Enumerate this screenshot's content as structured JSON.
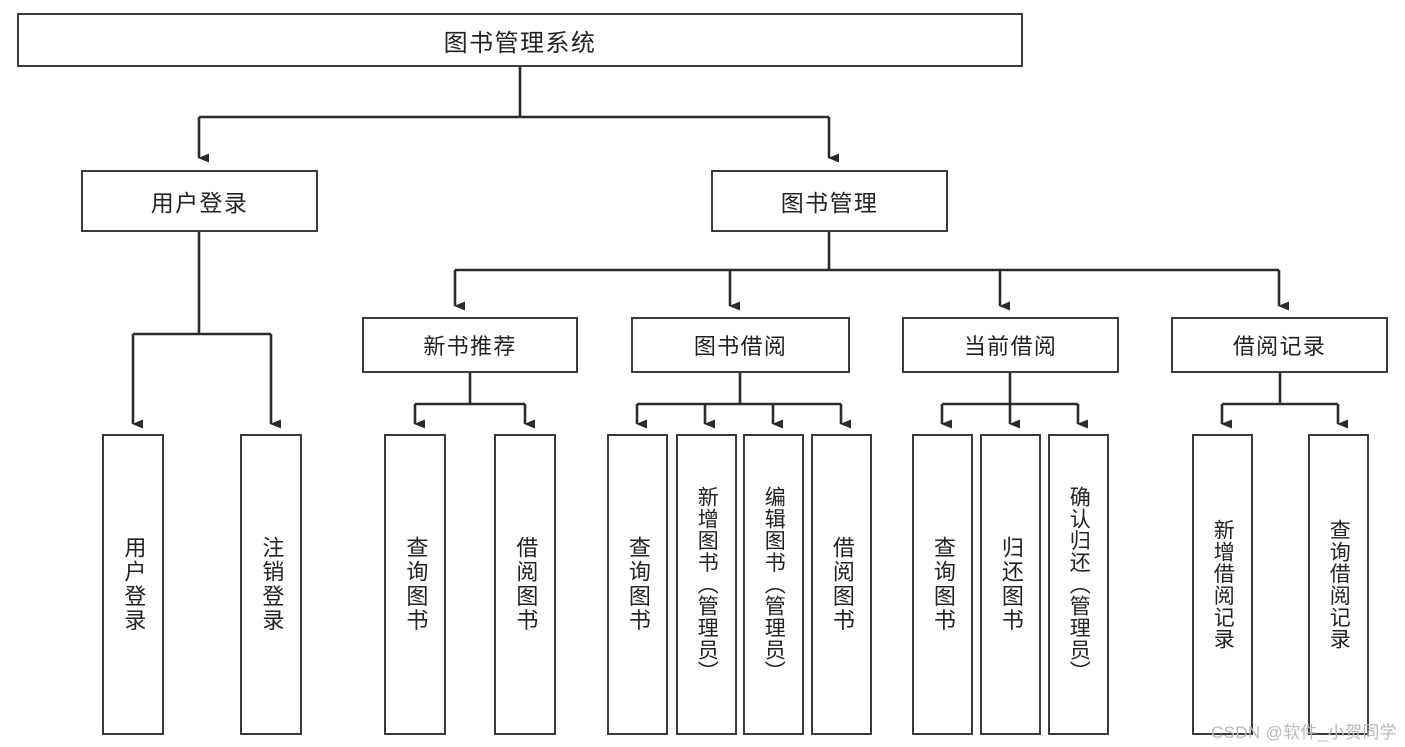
{
  "diagram": {
    "title": "图书管理系统",
    "watermark": "CSDN @软件_小贺同学",
    "colors": {
      "box_border": "#3a3a3a",
      "box_fill": "#ffffff",
      "edge": "#2b2b2b",
      "text": "#222222",
      "watermark": "#b9b9b9",
      "background": "#ffffff"
    },
    "nodes": {
      "root": {
        "label": "图书管理系统"
      },
      "level1": [
        {
          "id": "user-login",
          "label": "用户登录"
        },
        {
          "id": "book-manage",
          "label": "图书管理"
        }
      ],
      "level2": [
        {
          "id": "new-book-recommend",
          "label": "新书推荐"
        },
        {
          "id": "book-borrow",
          "label": "图书借阅"
        },
        {
          "id": "current-borrow",
          "label": "当前借阅"
        },
        {
          "id": "borrow-record",
          "label": "借阅记录"
        }
      ],
      "leaves": {
        "user-login": [
          {
            "id": "leaf-user-login",
            "label": "用户登录"
          },
          {
            "id": "leaf-logout-login",
            "label": "注销登录"
          }
        ],
        "new-book-recommend": [
          {
            "id": "leaf-query-book-1",
            "label": "查询图书"
          },
          {
            "id": "leaf-borrow-book-1",
            "label": "借阅图书"
          }
        ],
        "book-borrow": [
          {
            "id": "leaf-query-book-2",
            "label": "查询图书"
          },
          {
            "id": "leaf-add-book",
            "label": "新增图书（管理员）"
          },
          {
            "id": "leaf-edit-book",
            "label": "编辑图书（管理员）"
          },
          {
            "id": "leaf-borrow-book-2",
            "label": "借阅图书"
          }
        ],
        "current-borrow": [
          {
            "id": "leaf-query-book-3",
            "label": "查询图书"
          },
          {
            "id": "leaf-return-book",
            "label": "归还图书"
          },
          {
            "id": "leaf-confirm-return",
            "label": "确认归还（管理员）"
          }
        ],
        "borrow-record": [
          {
            "id": "leaf-add-record",
            "label": "新增借阅记录"
          },
          {
            "id": "leaf-query-record",
            "label": "查询借阅记录"
          }
        ]
      }
    }
  }
}
